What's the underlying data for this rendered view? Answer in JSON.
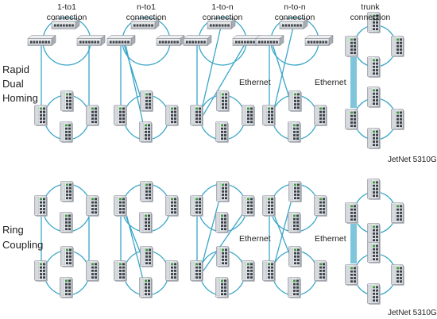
{
  "columns": [
    {
      "line1": "1-to1",
      "line2": "connection"
    },
    {
      "line1": "n-to1",
      "line2": "connection"
    },
    {
      "line1": "1-to-n",
      "line2": "connection"
    },
    {
      "line1": "n-to-n",
      "line2": "connection"
    },
    {
      "line1": "trunk",
      "line2": "connection"
    }
  ],
  "rows": [
    {
      "lines": [
        "Rapid",
        "Dual",
        "Homing"
      ],
      "model": "JetNet 5310G",
      "ethernet": [
        "Ethernet",
        "Ethernet"
      ]
    },
    {
      "lines": [
        "Ring",
        "Coupling"
      ],
      "model": "JetNet 5310G",
      "ethernet": [
        "Ethernet",
        "Ethernet"
      ]
    }
  ],
  "colors": {
    "link": "#3aa6c8",
    "device": "#e3e6ea",
    "device_edge": "#7a7f86",
    "port": "#3c4148",
    "port_green": "#3d9c3d"
  },
  "icons": {
    "ring-switch": "industrial-din-rail-switch",
    "top-switch": "rackmount-ethernet-switch"
  }
}
